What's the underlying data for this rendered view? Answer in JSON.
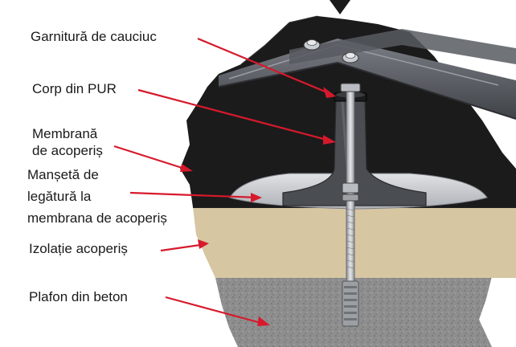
{
  "labels": {
    "rubber_gasket": "Garnitură de cauciuc",
    "pur_body": "Corp din PUR",
    "roof_membrane_line1": "Membrană",
    "roof_membrane_line2": "de acoperiș",
    "connection_sleeve_line1": "Manșetă de",
    "connection_sleeve_line2": "legătură la",
    "connection_sleeve_line3": "membrana de acoperiș",
    "roof_insulation": "Izolație acoperiș",
    "concrete_ceiling": "Plafon din beton"
  },
  "colors": {
    "arrow": "#d7192c",
    "membrane": "#1b1b1b",
    "insulation": "#d6c6a2",
    "concrete": "#8e8e8e",
    "pur_body": "#4a4d52",
    "sleeve": "#c9cbcf",
    "metal_rail": "#5d6066"
  }
}
